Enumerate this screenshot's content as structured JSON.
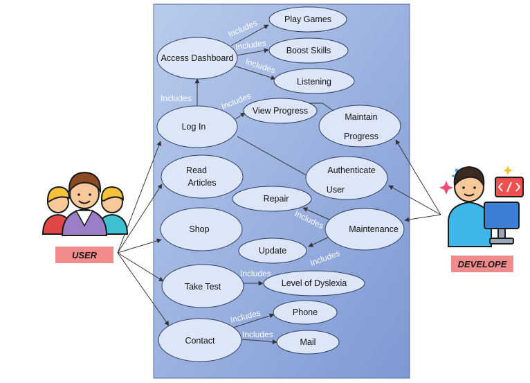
{
  "actors": {
    "user": "USER",
    "developer": "DEVELOPE"
  },
  "use_cases": {
    "play_games": "Play Games",
    "boost_skills": "Boost Skills",
    "listening": "Listening",
    "access_dashboard": "Access Dashboard",
    "view_progress": "View Progress",
    "maintain_progress_1": "Maintain",
    "maintain_progress_2": "Progress",
    "log_in": "Log In",
    "read_articles_1": "Read",
    "read_articles_2": "Articles",
    "authenticate_user_1": "Authenticate",
    "authenticate_user_2": "User",
    "repair": "Repair",
    "shop": "Shop",
    "maintenance": "Maintenance",
    "update": "Update",
    "take_test": "Take Test",
    "level_of_dyslexia": "Level of Dyslexia",
    "phone": "Phone",
    "contact": "Contact",
    "mail": "Mail"
  },
  "relation_label": "Includes",
  "colors": {
    "system_boundary_top": "#b3c6ea",
    "system_boundary_bottom": "#7f9bd4",
    "use_case_fill": "#dde6f7",
    "actor_label_fill": "#f28b8b"
  }
}
